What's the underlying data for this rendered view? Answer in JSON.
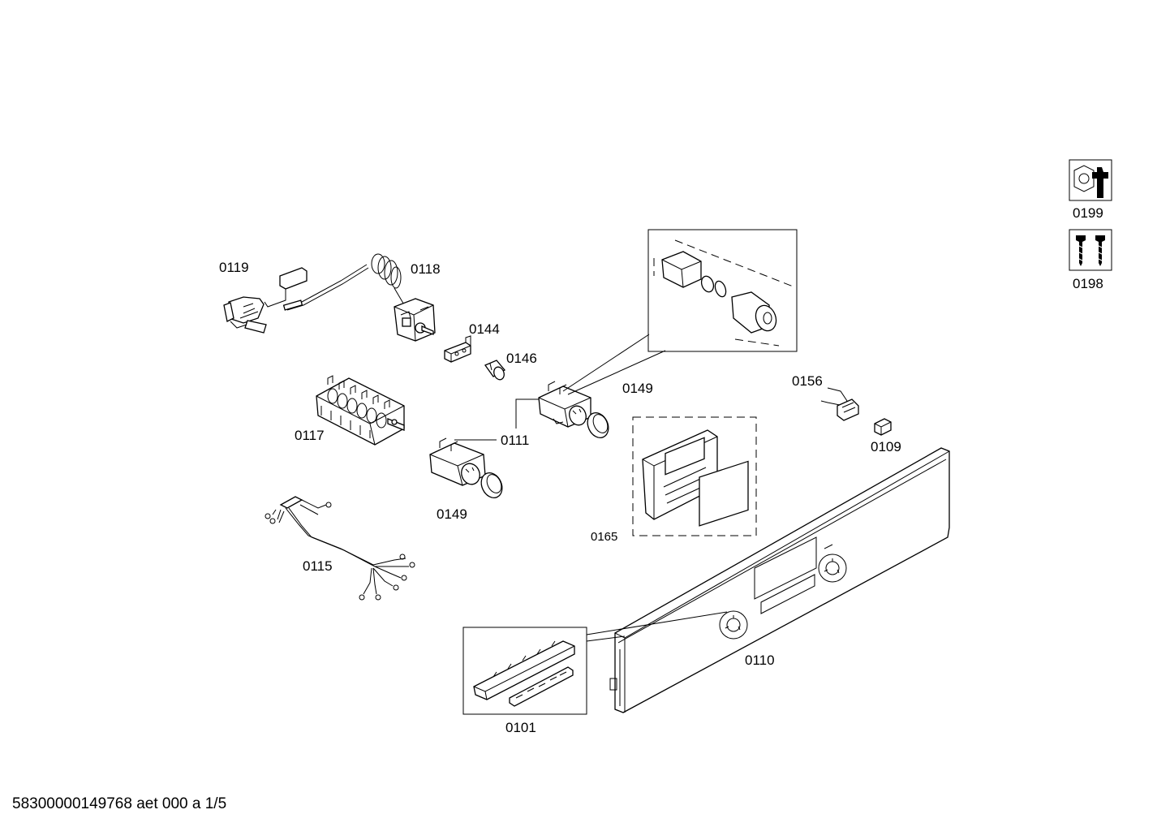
{
  "diagram": {
    "labels": {
      "p0119": "0119",
      "p0118": "0118",
      "p0144": "0144",
      "p0146": "0146",
      "p0117": "0117",
      "p0149_top": "0149",
      "p0111": "0111",
      "p0149_bottom": "0149",
      "p0156": "0156",
      "p0109": "0109",
      "p0165": "0165",
      "p0115": "0115",
      "p0110": "0110",
      "p0101": "0101",
      "p0199": "0199",
      "p0198": "0198"
    },
    "icons": {
      "p0199": "nut-and-wrench-icon",
      "p0198": "screws-icon"
    }
  },
  "footer": {
    "document_code": "58300000149768 aet 000 a 1/5"
  }
}
